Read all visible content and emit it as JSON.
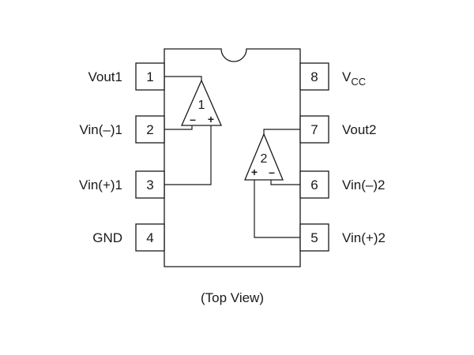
{
  "pins": [
    {
      "number": "1",
      "label": "Vout1"
    },
    {
      "number": "2",
      "label": "Vin(–)1"
    },
    {
      "number": "3",
      "label": "Vin(+)1"
    },
    {
      "number": "4",
      "label": "GND"
    },
    {
      "number": "8",
      "label_main": "V",
      "label_sub": "CC"
    },
    {
      "number": "7",
      "label": "Vout2"
    },
    {
      "number": "6",
      "label": "Vin(–)2"
    },
    {
      "number": "5",
      "label": "Vin(+)2"
    }
  ],
  "amplifiers": [
    {
      "number": "1",
      "minus": "–",
      "plus": "+"
    },
    {
      "number": "2",
      "plus": "+",
      "minus": "–"
    }
  ],
  "caption": "(Top View)"
}
